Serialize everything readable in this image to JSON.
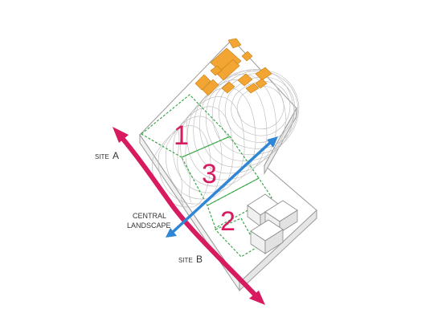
{
  "labels": {
    "site_a_prefix": "SITE",
    "site_a_letter": "A",
    "site_b_prefix": "SITE",
    "site_b_letter": "B",
    "central_line1": "CENTRAL",
    "central_line2": "LANDSCAPE"
  },
  "zones": [
    {
      "number": "1"
    },
    {
      "number": "3"
    },
    {
      "number": "2"
    }
  ],
  "colors": {
    "magenta_arrow": "#d81b60",
    "blue_arrow": "#2f86d6",
    "zone_number": "#d81b60",
    "zone_outline": "#3aa84a",
    "buildings": "#f2a532",
    "site_outline": "#9a9a9a",
    "contours": "#b5b5b5"
  }
}
